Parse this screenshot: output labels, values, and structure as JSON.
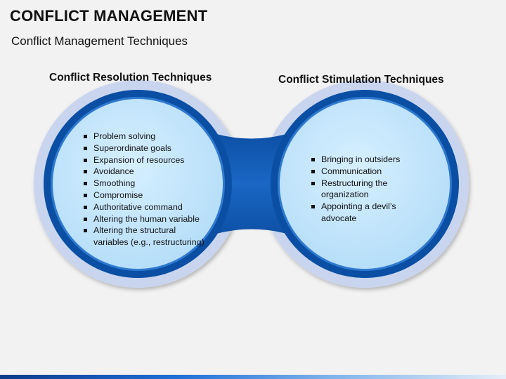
{
  "slide": {
    "title": "CONFLICT MANAGEMENT",
    "subtitle": "Conflict Management Techniques"
  },
  "left": {
    "heading": "Conflict Resolution Techniques",
    "items": [
      "Problem solving",
      "Superordinate goals",
      "Expansion of resources",
      "Avoidance",
      "Smoothing",
      "Compromise",
      "Authoritative command",
      "Altering the human variable",
      "Altering the structural variables (e.g., restructuring)"
    ]
  },
  "right": {
    "heading": "Conflict Stimulation Techniques",
    "items": [
      "Bringing in outsiders",
      "Communication",
      "Restructuring the organization",
      "Appointing a devil’s advocate"
    ]
  },
  "colors": {
    "outer_ring": "#c7d3ee",
    "dark_ring": "#0a4fa3",
    "inner_fill": "#bfe3fb",
    "bridge": "#0b56ad"
  }
}
